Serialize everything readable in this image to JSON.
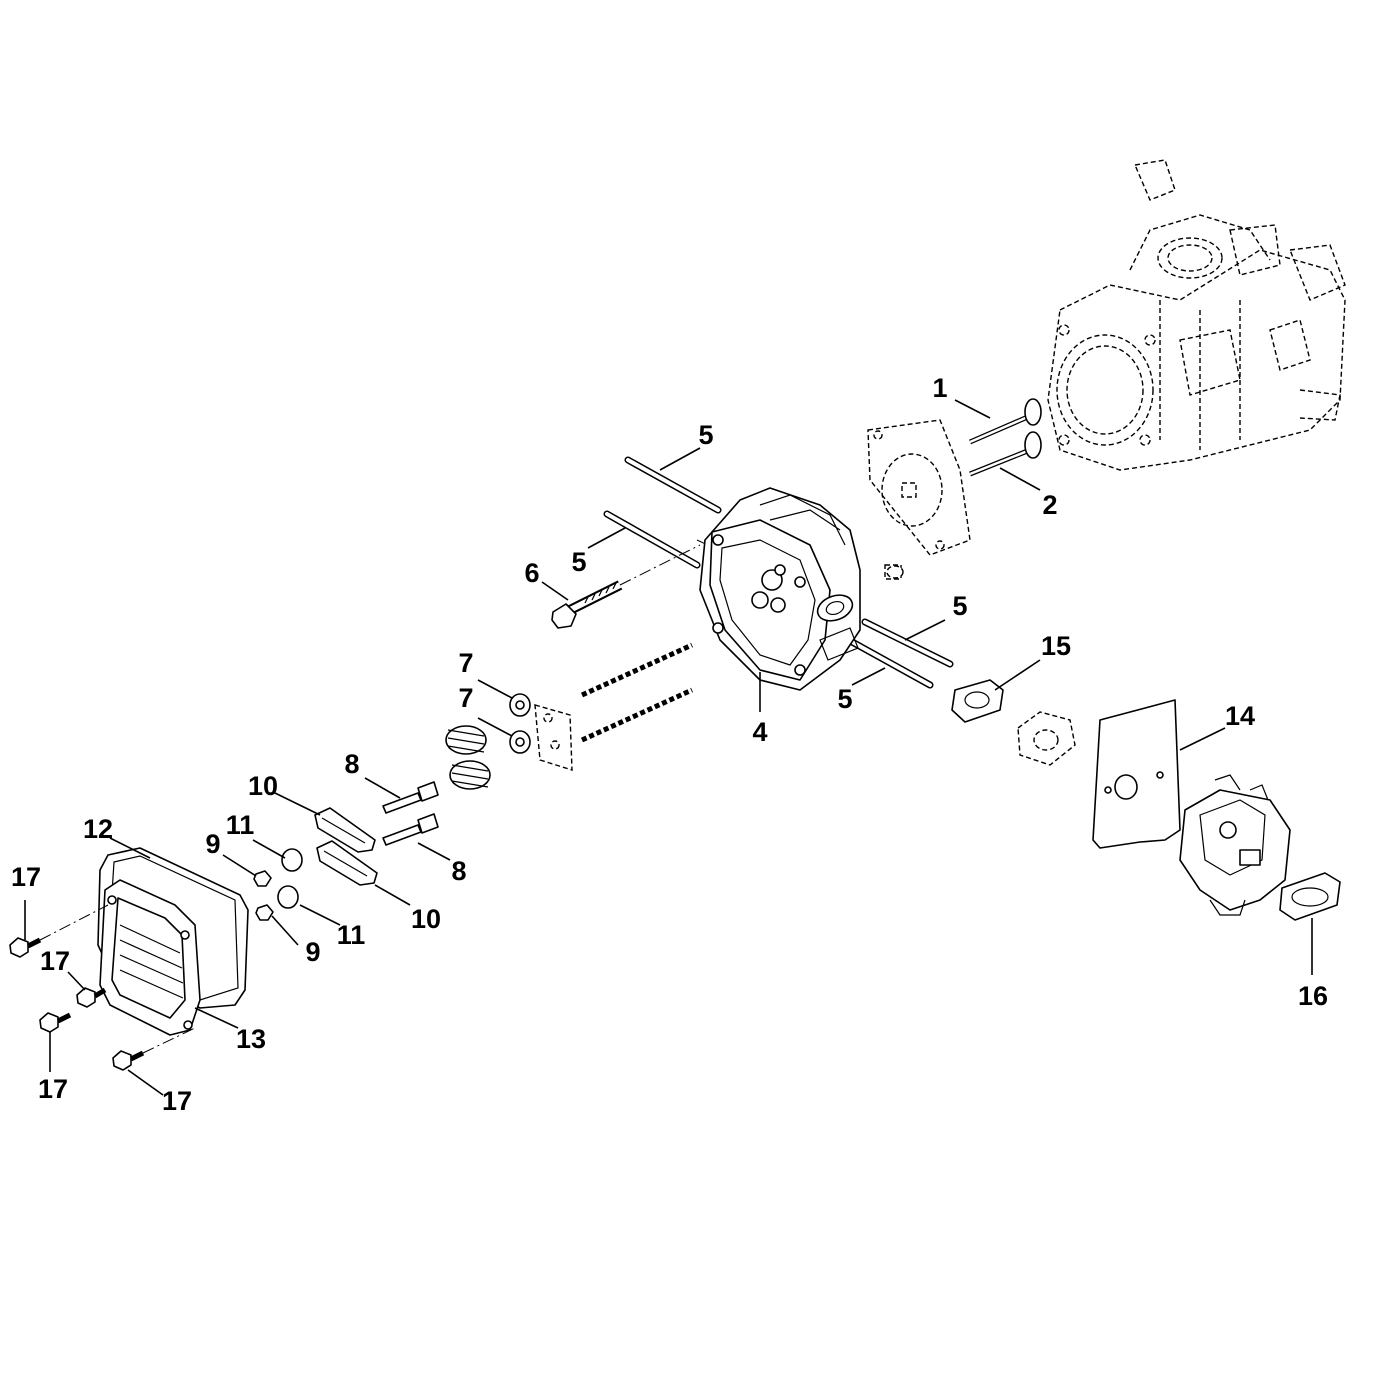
{
  "diagram": {
    "callouts": [
      {
        "id": "c1",
        "text": "1"
      },
      {
        "id": "c2",
        "text": "2"
      },
      {
        "id": "c4",
        "text": "4"
      },
      {
        "id": "c5a",
        "text": "5"
      },
      {
        "id": "c5b",
        "text": "5"
      },
      {
        "id": "c5c",
        "text": "5"
      },
      {
        "id": "c5d",
        "text": "5"
      },
      {
        "id": "c6",
        "text": "6"
      },
      {
        "id": "c7a",
        "text": "7"
      },
      {
        "id": "c7b",
        "text": "7"
      },
      {
        "id": "c8a",
        "text": "8"
      },
      {
        "id": "c8b",
        "text": "8"
      },
      {
        "id": "c9a",
        "text": "9"
      },
      {
        "id": "c9b",
        "text": "9"
      },
      {
        "id": "c10a",
        "text": "10"
      },
      {
        "id": "c10b",
        "text": "10"
      },
      {
        "id": "c11a",
        "text": "11"
      },
      {
        "id": "c11b",
        "text": "11"
      },
      {
        "id": "c12",
        "text": "12"
      },
      {
        "id": "c13",
        "text": "13"
      },
      {
        "id": "c14",
        "text": "14"
      },
      {
        "id": "c15",
        "text": "15"
      },
      {
        "id": "c16",
        "text": "16"
      },
      {
        "id": "c17a",
        "text": "17"
      },
      {
        "id": "c17b",
        "text": "17"
      },
      {
        "id": "c17c",
        "text": "17"
      },
      {
        "id": "c17d",
        "text": "17"
      }
    ]
  }
}
